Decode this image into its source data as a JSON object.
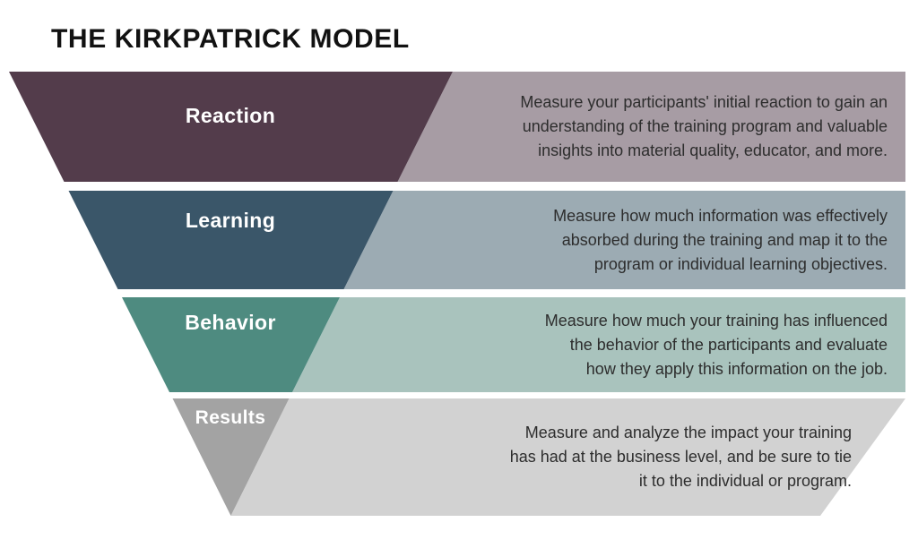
{
  "title": "THE KIRKPATRICK MODEL",
  "levels": [
    {
      "label": "Reaction",
      "description": "Measure your participants' initial reaction to gain an\nunderstanding of the training program and valuable\ninsights into material quality, educator, and more.",
      "shape_color": "#533C4B",
      "panel_color": "#A79CA4"
    },
    {
      "label": "Learning",
      "description": "Measure how much information was effectively\nabsorbed during the training and map it to the\nprogram or individual learning objectives.",
      "shape_color": "#3A5669",
      "panel_color": "#9CABB3"
    },
    {
      "label": "Behavior",
      "description": "Measure how much your training has influenced\nthe behavior of the participants and evaluate\nhow they apply this information on the job.",
      "shape_color": "#4E8B80",
      "panel_color": "#A9C3BD"
    },
    {
      "label": "Results",
      "description": "Measure and analyze the impact your training\nhas had at the business level, and be sure to tie\nit to the individual or program.",
      "shape_color": "#A3A3A3",
      "panel_color": "#D2D2D2"
    }
  ],
  "colors": {
    "background": "#FFFFFF",
    "title_text": "#121212",
    "label_text": "#FFFFFF",
    "description_text": "#2D2D2D"
  }
}
